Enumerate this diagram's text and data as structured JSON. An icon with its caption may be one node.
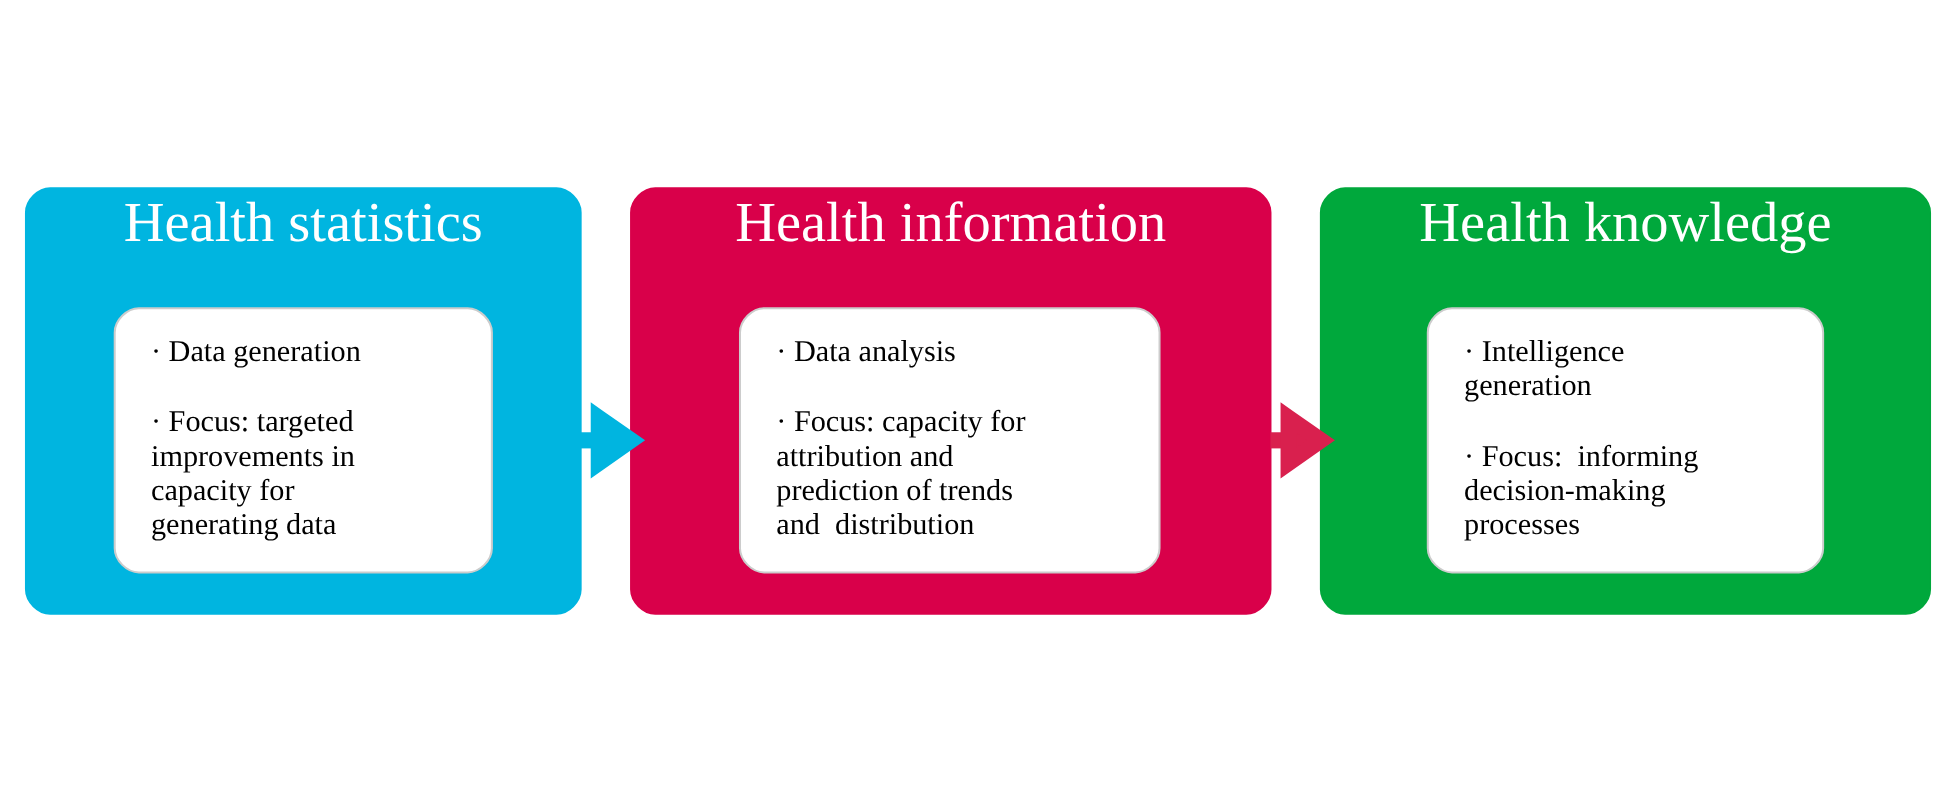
{
  "diagram": {
    "nodes": [
      {
        "text": [
          "Health statistics"
        ]
      },
      {
        "text": [
          "· Data generation",
          "· Focus: targeted improvements in capacity for generating data"
        ],
        "in": 0
      },
      {
        "text": [
          "Health information"
        ]
      },
      {
        "text": [
          "· Data analysis",
          "· Focus: capacity for attribution and prediction of trends and  distribution"
        ],
        "in": 2
      },
      {
        "text": [
          "Health knowledge"
        ]
      },
      {
        "text": [
          "· Intelligence generation",
          "· Focus:  informing decision-making processes"
        ],
        "in": 4
      }
    ],
    "edges": [
      {
        "from": 0,
        "to": 2,
        "arrow": "to",
        "color": "#00b5e0"
      },
      {
        "from": 2,
        "to": 4,
        "arrow": "to",
        "color": "#d9204e"
      }
    ]
  }
}
